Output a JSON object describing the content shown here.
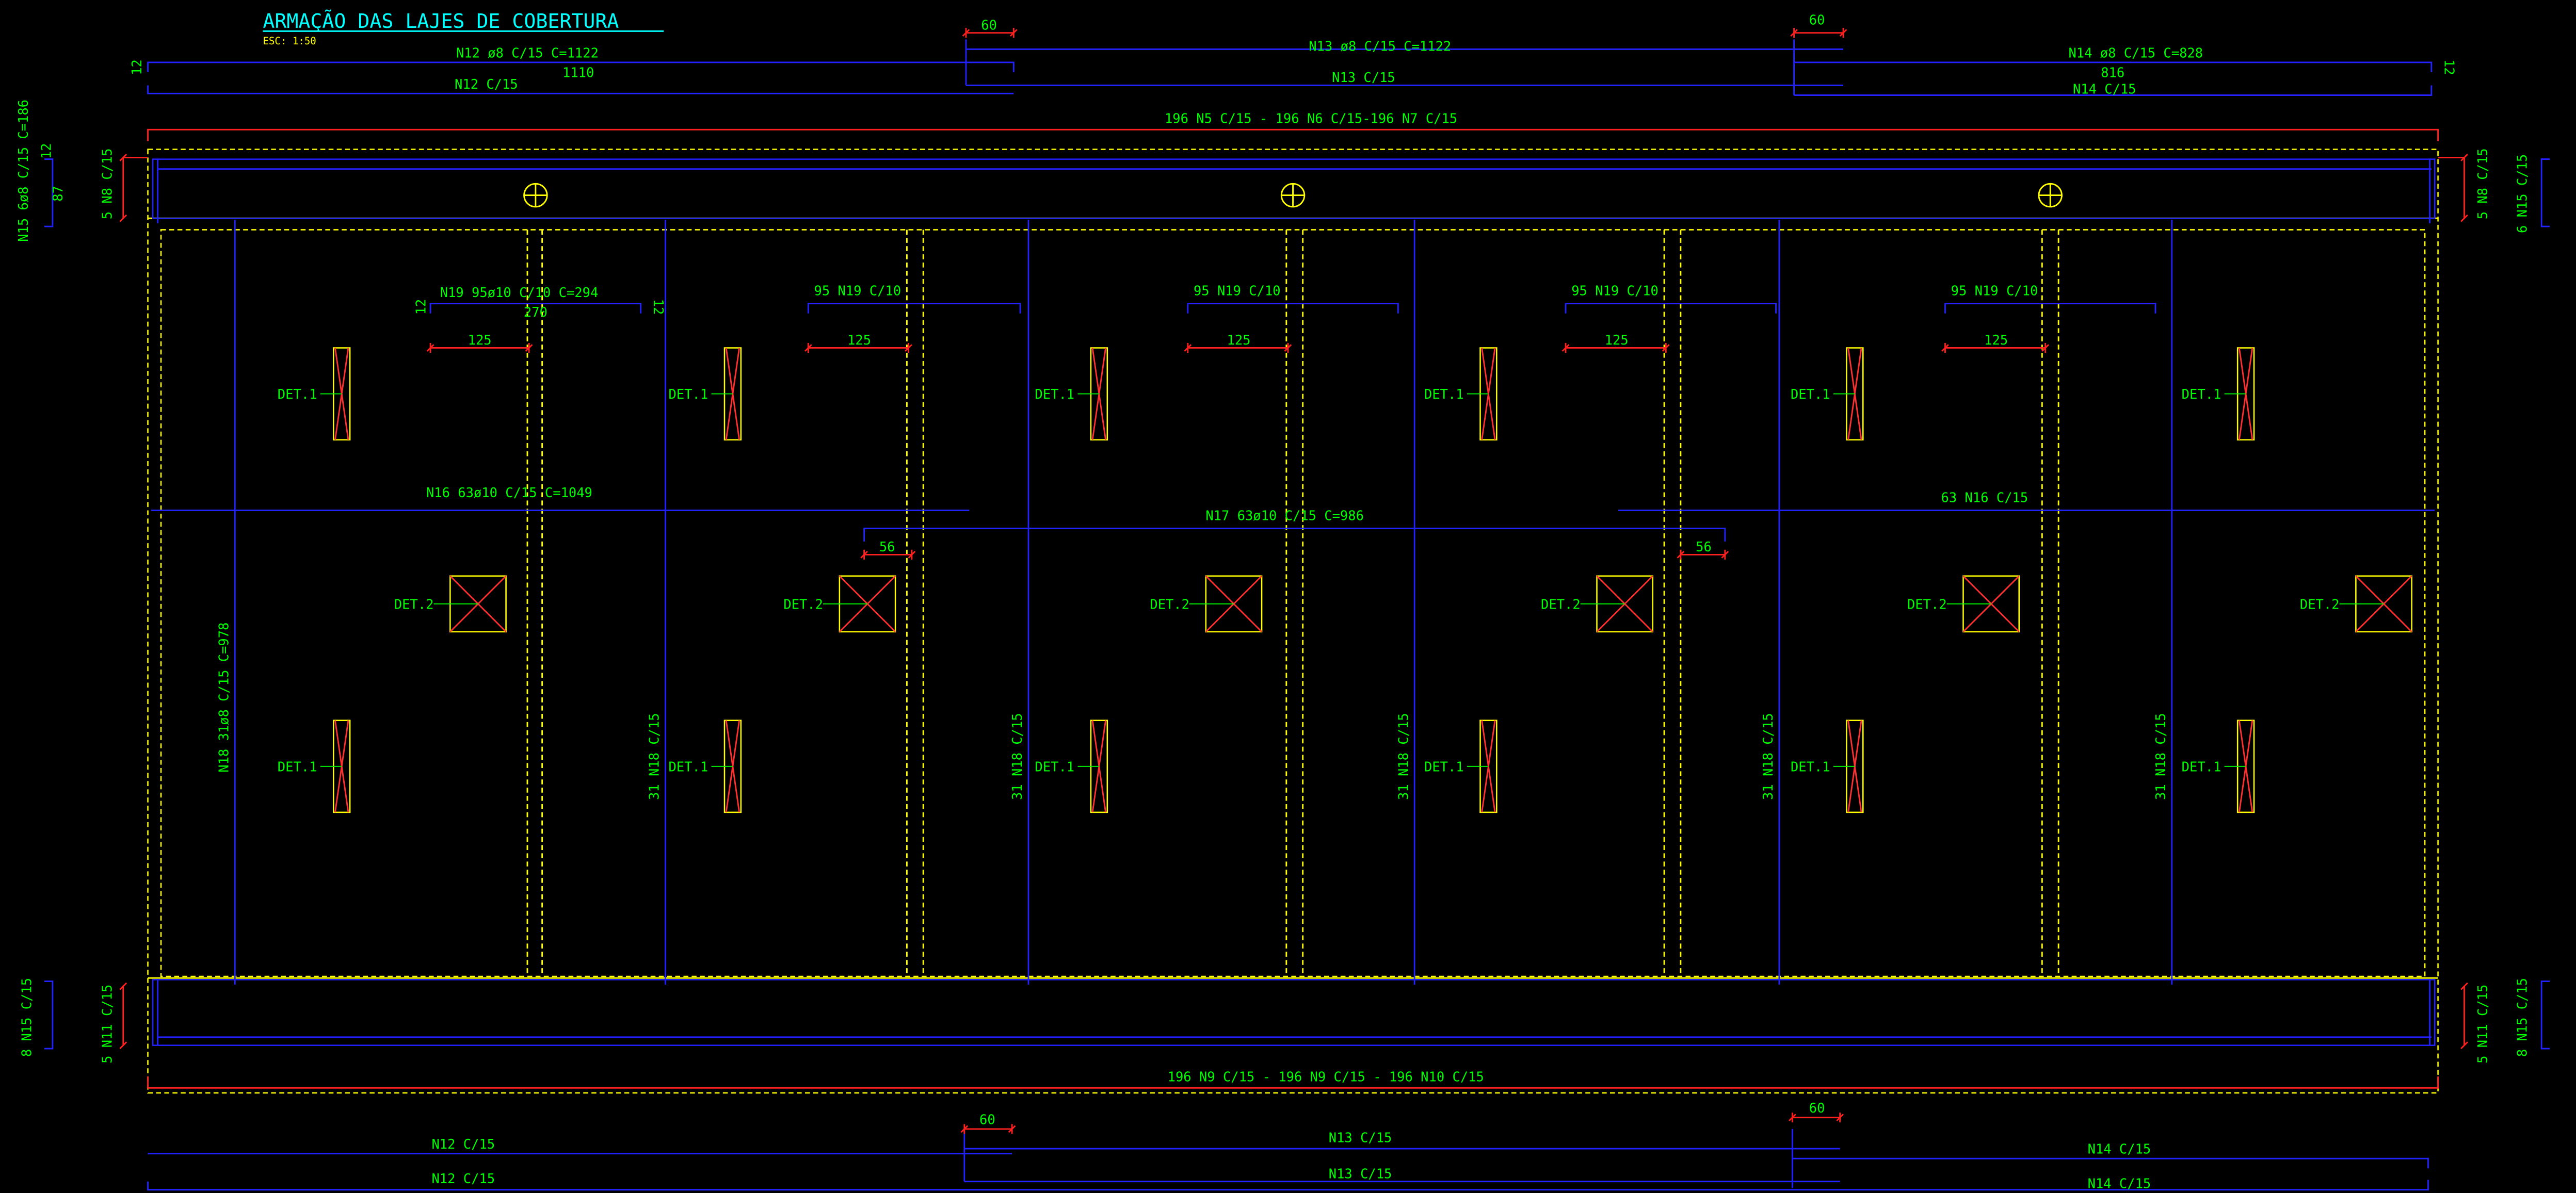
{
  "title": "ARMAÇÃO DAS LAJES DE COBERTURA",
  "subtitle": "ESC: 1:50",
  "colors": {
    "background": "#000000",
    "text": "#00ff00",
    "title": "#00ffff",
    "rebar": "#2222ff",
    "outline": "#ffff00",
    "dimension": "#ff2020",
    "det_cross": "#ff3030"
  },
  "top_bars": {
    "n12_label": "N12 ø8 C/15 C=1122",
    "n12_length": "1110",
    "n12_lower": "N12 C/15",
    "n12_hook": "12",
    "n13_label": "N13 ø8 C/15 C=1122",
    "n13_lower": "N13 C/15",
    "n14_label": "N14 ø8 C/15 C=828",
    "n14_length": "816",
    "n14_lower": "N14 C/15",
    "n14_hook": "12",
    "lap_left": "60",
    "lap_right": "60"
  },
  "top_band_label": "196 N5 C/15 - 196 N6 C/15-196 N7 C/15",
  "bottom_band_label": "196 N9 C/15 - 196 N9 C/15 - 196 N10 C/15",
  "side_labels": {
    "n8_left": "5 N8 C/15",
    "n8_right": "5 N8 C/15",
    "n11_left": "5 N11 C/15",
    "n11_right": "5 N11 C/15",
    "n15_top_left": "N15 6ø8 C/15 C=186",
    "n15_top_left_dim1": "12",
    "n15_top_left_dim2": "87",
    "n15_top_right": "6 N15 C/15",
    "n15_bottom_left": "8 N15 C/15",
    "n15_bottom_right": "8 N15 C/15"
  },
  "n19": {
    "first_label": "N19 95ø10 C/10 C=294",
    "first_length": "270",
    "first_hook_left": "12",
    "first_hook_right": "12",
    "repeat_label": "95 N19 C/10",
    "dim_125": "125"
  },
  "middle_bars": {
    "n16_label": "N16 63ø10 C/15 C=1049",
    "n17_label": "N17 63ø10 C/15 C=986",
    "n16_right": "63 N16 C/15",
    "lap_left": "56",
    "lap_right": "56"
  },
  "n18": {
    "first_label": "N18 31ø8 C/15 C=978",
    "repeat_label": "31 N18 C/15"
  },
  "det1": "DET.1",
  "det2": "DET.2",
  "bottom_bars": {
    "n12_a": "N12 C/15",
    "n12_b": "N12 C/15",
    "n13_a": "N13 C/15",
    "n13_b": "N13 C/15",
    "n14_a": "N14 C/15",
    "n14_b": "N14 C/15",
    "lap_left": "60",
    "lap_right": "60"
  }
}
